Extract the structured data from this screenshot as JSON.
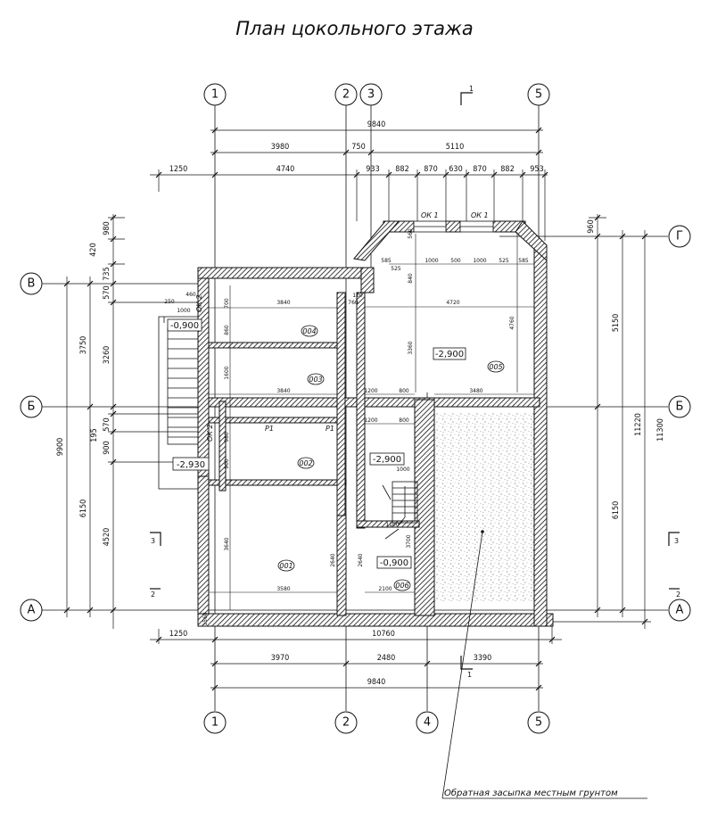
{
  "title": "План цокольного этажа",
  "axes": {
    "top": [
      "1",
      "2",
      "3",
      "5"
    ],
    "bottom": [
      "1",
      "2",
      "4",
      "5"
    ],
    "left": [
      "В",
      "Б",
      "А"
    ],
    "right": [
      "Г",
      "Б",
      "А"
    ]
  },
  "dims_top": {
    "overall": "9840",
    "row2": [
      "3980",
      "750",
      "5110"
    ],
    "row3": [
      "1250",
      "4740",
      "933",
      "882",
      "870",
      "630",
      "870",
      "882",
      "953"
    ]
  },
  "dims_bottom": {
    "row1": [
      "1250",
      "10760"
    ],
    "row2": [
      "3970",
      "2480",
      "3390"
    ],
    "overall": "9840"
  },
  "dims_left": {
    "outer": "9900",
    "mid": [
      "3750",
      "6150"
    ],
    "inner": [
      "420",
      "980",
      "735",
      "570",
      "3260",
      "195",
      "570",
      "900",
      "4520"
    ]
  },
  "dims_right": {
    "outer": "11300",
    "mid": "11220",
    "inner": [
      "960",
      "5150",
      "6150"
    ]
  },
  "rooms": [
    "001",
    "002",
    "003",
    "004",
    "005",
    "006"
  ],
  "levels": [
    "-0,900",
    "-2,930",
    "-2,900",
    "-2,900",
    "-0,900"
  ],
  "labels": {
    "window1": "ОК 1",
    "window2": "ОК 1",
    "window_side": "ОК 2",
    "window_side2": "ОК 2",
    "p1a": "Р1",
    "p1b": "Р1",
    "section1_top": "1",
    "section1_bottom": "1",
    "section2": "2",
    "section2r": "2",
    "section3": "3",
    "section3r": "3"
  },
  "inner_dims": [
    "3840",
    "3840",
    "3580",
    "4720",
    "3480",
    "2100",
    "1200",
    "800",
    "1200",
    "800",
    "1000",
    "500",
    "1000",
    "525",
    "585",
    "585",
    "525",
    "760",
    "120",
    "3360",
    "4760",
    "2640",
    "2640",
    "1100",
    "3700",
    "1000",
    "460",
    "250",
    "1000",
    "860",
    "1600",
    "900",
    "700",
    "840",
    "560",
    "3640",
    "980",
    "1560"
  ],
  "note": "Обратная засыпка местным грунтом"
}
